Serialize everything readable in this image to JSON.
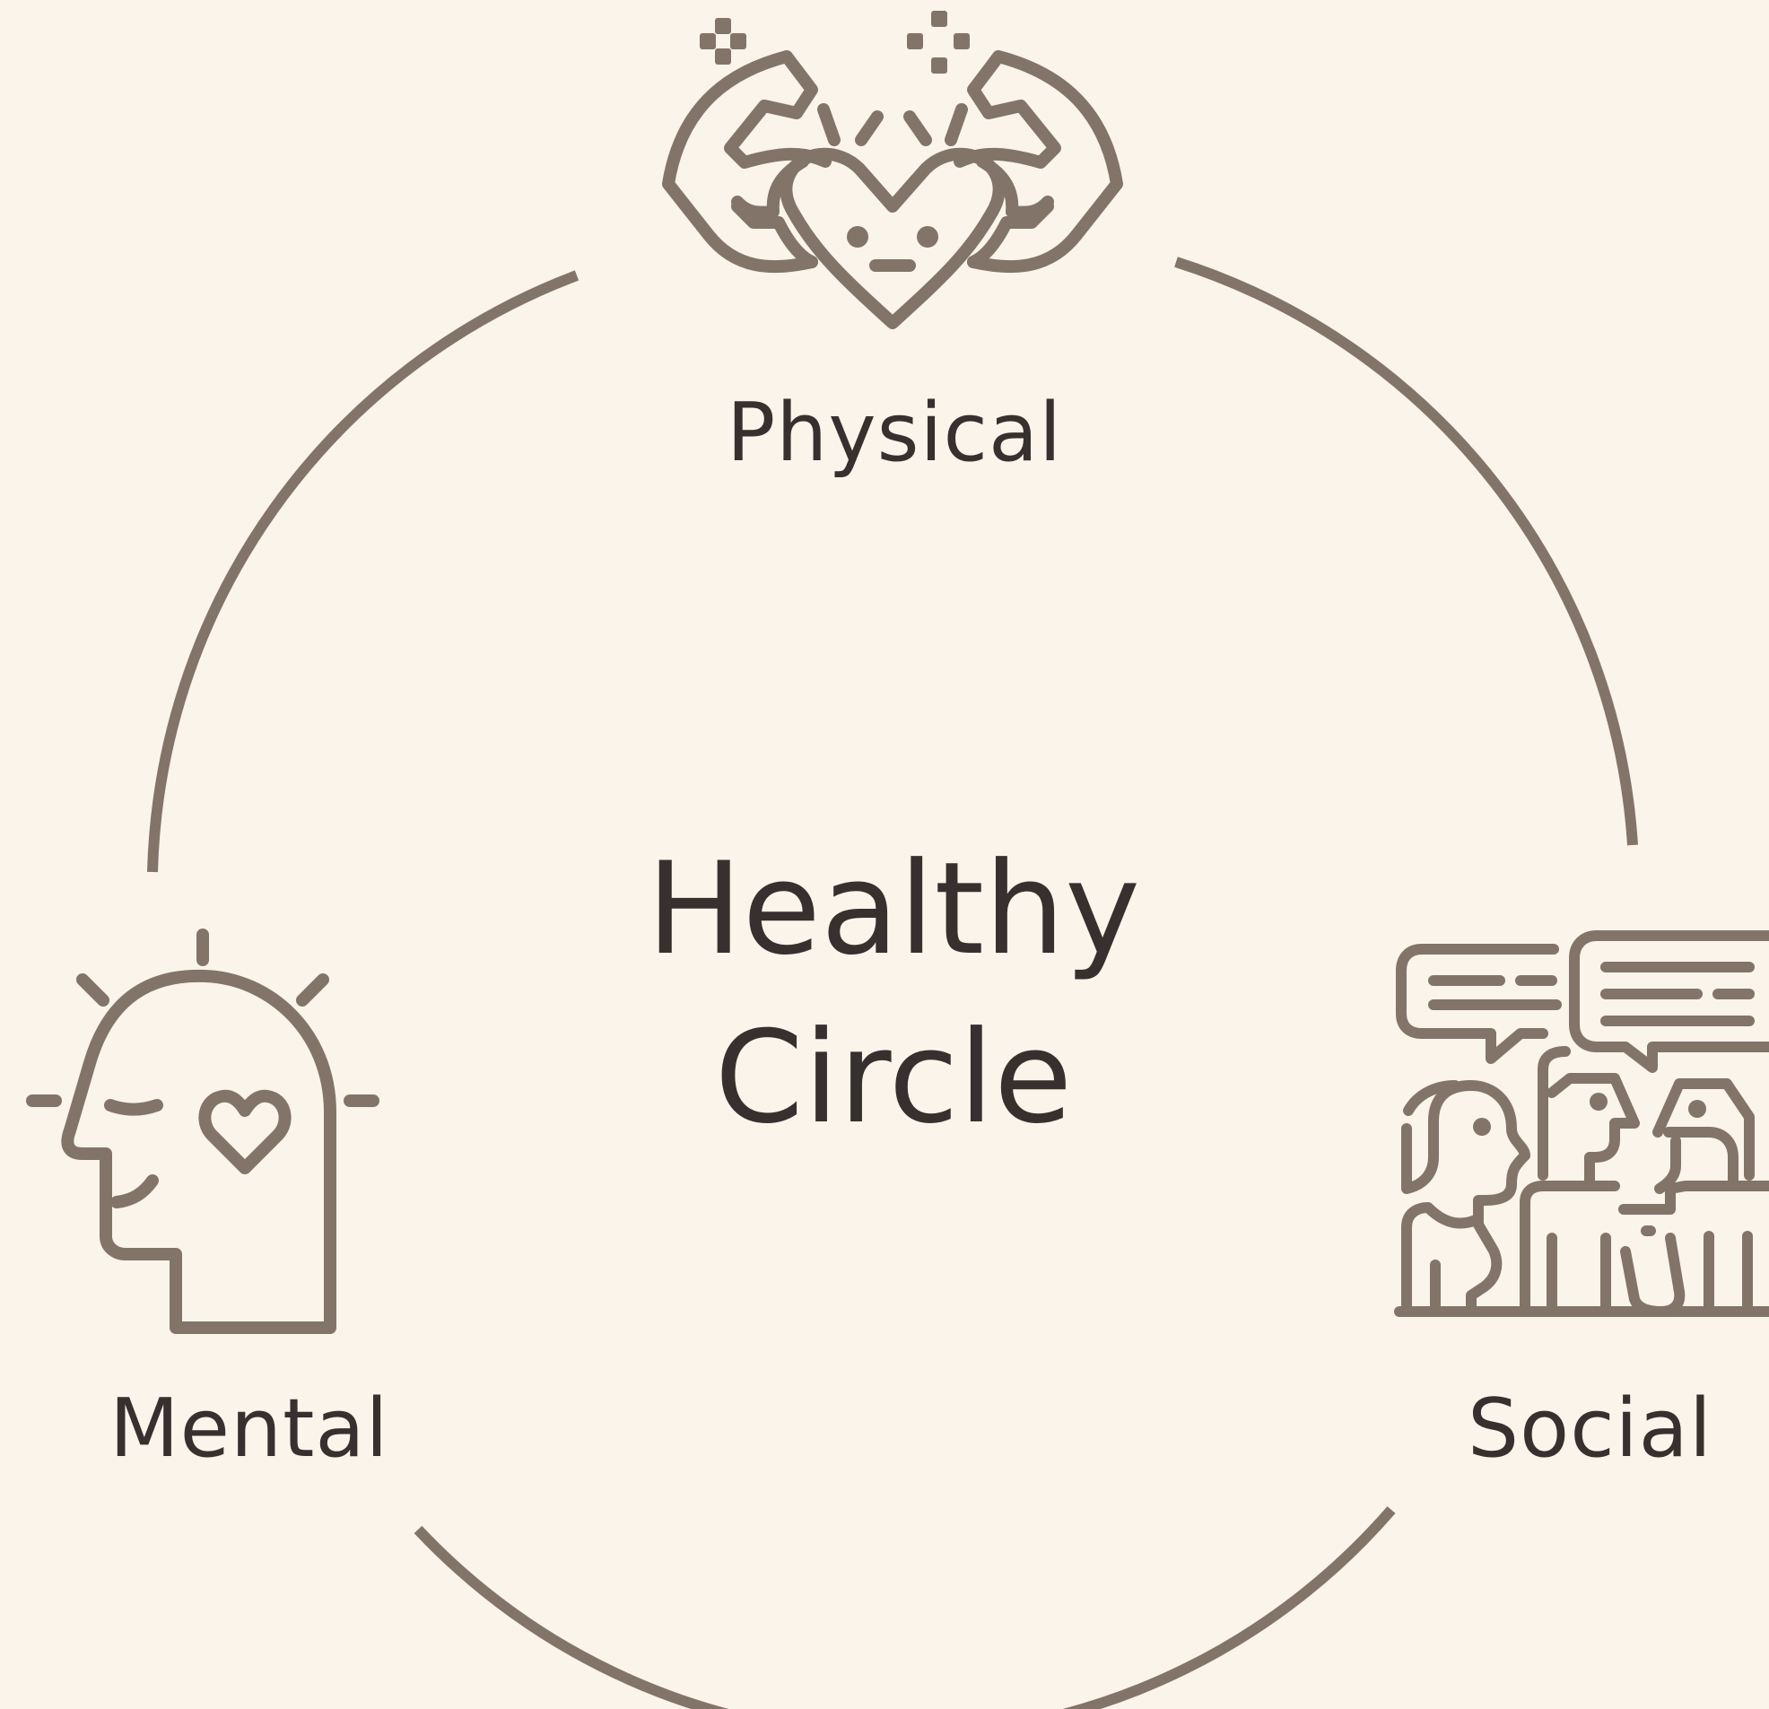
{
  "diagram": {
    "title_line1": "Healthy",
    "title_line2": "Circle",
    "nodes": [
      {
        "label": "Physical",
        "icon": "heart-arms-icon"
      },
      {
        "label": "Mental",
        "icon": "head-heart-icon"
      },
      {
        "label": "Social",
        "icon": "people-chat-icon"
      }
    ],
    "colors": {
      "background": "#FAF4EA",
      "stroke": "#837469",
      "text": "#36312E"
    }
  }
}
